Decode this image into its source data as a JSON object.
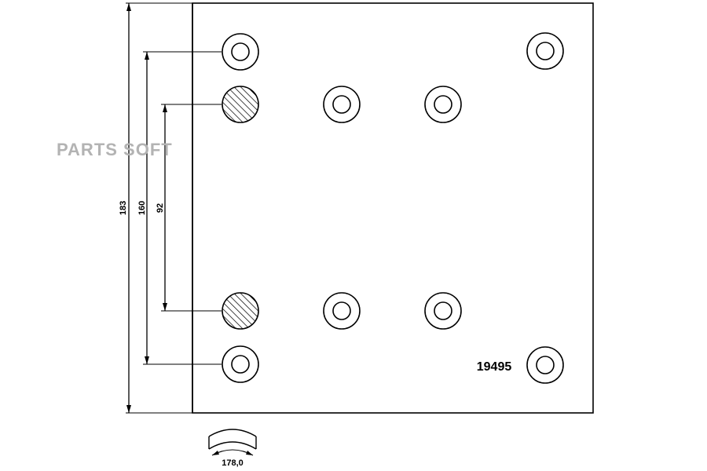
{
  "drawing": {
    "part_number": "19495",
    "watermark": "PARTS SOFT",
    "dimensions": {
      "overall_height": "183",
      "outer_hole_spacing": "160",
      "inner_hole_spacing": "92",
      "arc_length": "178,0"
    }
  },
  "colors": {
    "line": "#000000",
    "watermark": "#b3b3b3",
    "background": "#ffffff"
  }
}
